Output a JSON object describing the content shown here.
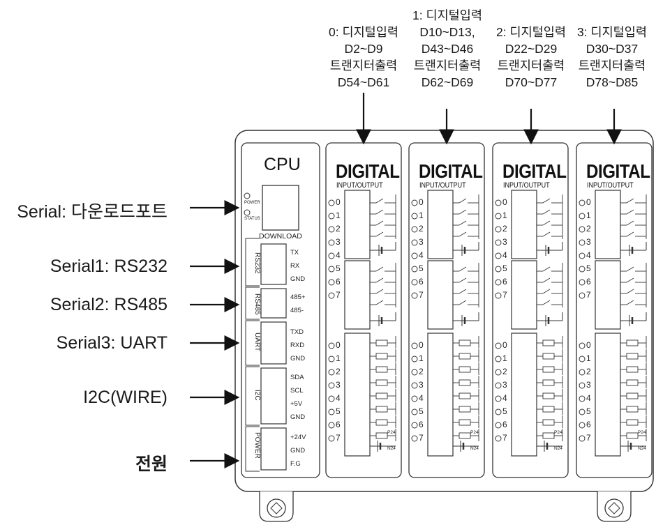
{
  "left_labels": [
    {
      "id": "serial-download",
      "text": "Serial: 다운로드포트",
      "bold": false
    },
    {
      "id": "serial1",
      "text": "Serial1: RS232",
      "bold": false
    },
    {
      "id": "serial2",
      "text": "Serial2: RS485",
      "bold": false
    },
    {
      "id": "serial3",
      "text": "Serial3: UART",
      "bold": false
    },
    {
      "id": "i2c",
      "text": "I2C(WIRE)",
      "bold": false
    },
    {
      "id": "power",
      "text": "전원",
      "bold": true
    }
  ],
  "modules_top": [
    {
      "lines": [
        "0: 디지털입력",
        "D2~D9",
        "트랜지터출력",
        "D54~D61"
      ]
    },
    {
      "lines": [
        "1: 디지털입력",
        "D10~D13,",
        "D43~D46",
        "트랜지터출력",
        "D62~D69"
      ]
    },
    {
      "lines": [
        "2: 디지털입력",
        "D22~D29",
        "트랜지터출력",
        "D70~D77"
      ]
    },
    {
      "lines": [
        "3: 디지털입력",
        "D30~D37",
        "트랜지터출력",
        "D78~D85"
      ]
    }
  ],
  "cpu": {
    "title": "CPU",
    "led_power": "POWER",
    "led_status": "STATUS",
    "download": "DOWNLOAD",
    "ports": [
      {
        "name": "RS232",
        "pins": [
          "TX",
          "RX",
          "GND"
        ]
      },
      {
        "name": "RS485",
        "pins": [
          "485+",
          "485-"
        ]
      },
      {
        "name": "UART",
        "pins": [
          "TXD",
          "RXD",
          "GND"
        ]
      },
      {
        "name": "I2C",
        "pins": [
          "SDA",
          "SCL",
          "+5V",
          "GND"
        ]
      },
      {
        "name": "POWER",
        "pins": [
          "+24V",
          "GND",
          "F.G"
        ]
      }
    ]
  },
  "digital_module": {
    "title": "DIGITAL",
    "subtitle": "INPUT/OUTPUT",
    "input_channels": [
      "0",
      "1",
      "2",
      "3",
      "4",
      "5",
      "6",
      "7"
    ],
    "output_channels": [
      "0",
      "1",
      "2",
      "3",
      "4",
      "5",
      "6",
      "7"
    ],
    "p24": "P24",
    "n24": "N24"
  }
}
